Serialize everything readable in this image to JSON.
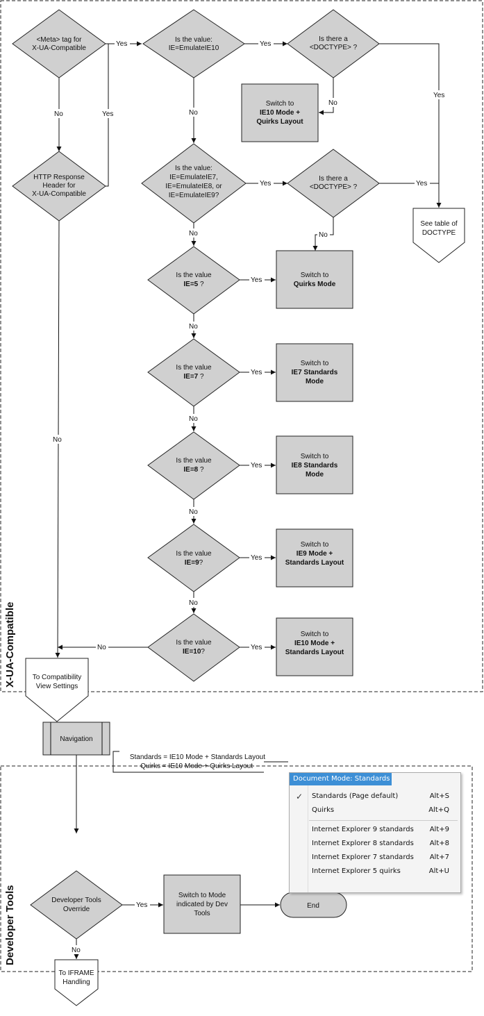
{
  "sections": {
    "xua": "X-UA-Compatible",
    "devtools": "Developer Tools"
  },
  "edges": {
    "yes": "Yes",
    "no": "No"
  },
  "nodes": {
    "meta_tag": [
      "<Meta> tag for",
      "X-UA-Compatible"
    ],
    "http_header": [
      "HTTP Response",
      "Header for",
      "X-UA-Compatible"
    ],
    "emulate_ie10": [
      "Is the value:",
      "IE=EmulateIE10"
    ],
    "doctype_1": [
      "Is there a",
      "<DOCTYPE> ?"
    ],
    "ie10_quirks": {
      "line1": "Switch to",
      "bold": [
        "IE10 Mode +",
        "Quirks Layout"
      ]
    },
    "emulate_789": [
      "Is the value:",
      "IE=EmulateIE7,",
      "IE=EmulateIE8, or",
      "IE=EmulateIE9?"
    ],
    "doctype_2": [
      "Is there a",
      "<DOCTYPE> ?"
    ],
    "doctype_table": [
      "See table of",
      "DOCTYPE"
    ],
    "ie5": {
      "line1": "Is the value",
      "bold": "IE=5",
      "suffix": " ?"
    },
    "quirks_mode": {
      "line1": "Switch to",
      "bold": [
        "Quirks Mode"
      ]
    },
    "ie7": {
      "line1": "Is the value",
      "bold": "IE=7",
      "suffix": " ?"
    },
    "ie7_standards": {
      "line1": "Switch to",
      "bold": [
        "IE7 Standards",
        "Mode"
      ]
    },
    "ie8": {
      "line1": "Is the value",
      "bold": "IE=8",
      "suffix": " ?"
    },
    "ie8_standards": {
      "line1": "Switch to",
      "bold": [
        "IE8 Standards",
        "Mode"
      ]
    },
    "ie9": {
      "line1": "Is the value",
      "bold": "IE=9",
      "suffix": "?"
    },
    "ie9_standards": {
      "line1": "Switch to",
      "bold": [
        "IE9 Mode +",
        "Standards Layout"
      ]
    },
    "ie10": {
      "line1": "Is the value",
      "bold": "IE=10",
      "suffix": "?"
    },
    "ie10_standards": {
      "line1": "Switch to",
      "bold": [
        "IE10 Mode +",
        "Standards Layout"
      ]
    },
    "compat_view": [
      "To Compatibility",
      "View Settings"
    ],
    "navigation": "Navigation",
    "dev_override": [
      "Developer Tools",
      "Override"
    ],
    "dev_switch": [
      "Switch to Mode",
      "indicated by Dev",
      "Tools"
    ],
    "end": "End",
    "iframe": [
      "To IFRAME",
      "Handling"
    ]
  },
  "legend": [
    "Standards = IE10 Mode + Standards Layout",
    "Quirks = IE10 Mode + Quirks Layout"
  ],
  "menu": {
    "title": "Document Mode:  Standards",
    "items": [
      {
        "label": "Standards (Page default)",
        "shortcut": "Alt+S",
        "checked": true
      },
      {
        "label": "Quirks",
        "shortcut": "Alt+Q",
        "checked": false
      },
      {
        "label": "Internet Explorer 9 standards",
        "shortcut": "Alt+9",
        "checked": false
      },
      {
        "label": "Internet Explorer 8 standards",
        "shortcut": "Alt+8",
        "checked": false
      },
      {
        "label": "Internet Explorer 7 standards",
        "shortcut": "Alt+7",
        "checked": false
      },
      {
        "label": "Internet Explorer 5 quirks",
        "shortcut": "Alt+U",
        "checked": false
      }
    ],
    "check_glyph": "✓"
  }
}
